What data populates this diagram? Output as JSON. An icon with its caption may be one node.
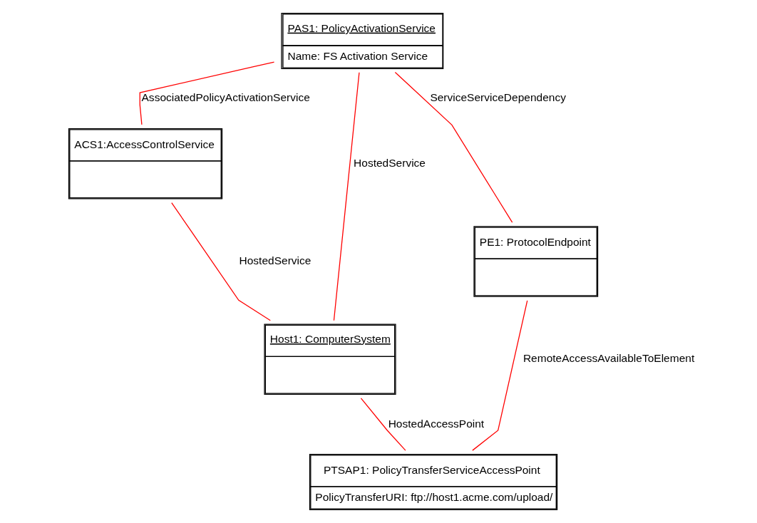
{
  "diagram": {
    "nodes": [
      {
        "text": [
          "ACS1:AccessControlService"
        ]
      },
      {
        "text": [
          "PAS1: PolicyActivationService",
          "Name: FS Activation Service"
        ]
      },
      {
        "text": [
          "PE1: ProtocolEndpoint"
        ]
      },
      {
        "text": [
          "Host1: ComputerSystem"
        ]
      },
      {
        "text": [
          "PTSAP1: PolicyTransferServiceAccessPoint",
          "PolicyTransferURI: ftp://host1.acme.com/upload/"
        ]
      }
    ],
    "edges": [
      {
        "from": 1,
        "to": 0,
        "arrow": "none",
        "label": "AssociatedPolicyActivationService"
      },
      {
        "from": 0,
        "to": 3,
        "arrow": "none",
        "label": "HostedService"
      },
      {
        "from": 1,
        "to": 3,
        "arrow": "none",
        "label": "HostedService"
      },
      {
        "from": 1,
        "to": 2,
        "arrow": "none",
        "label": "ServiceServiceDependency"
      },
      {
        "from": 2,
        "to": 4,
        "arrow": "none",
        "label": "RemoteAccessAvailableToElement"
      },
      {
        "from": 3,
        "to": 4,
        "arrow": "none",
        "label": "HostedAccessPoint"
      }
    ]
  }
}
